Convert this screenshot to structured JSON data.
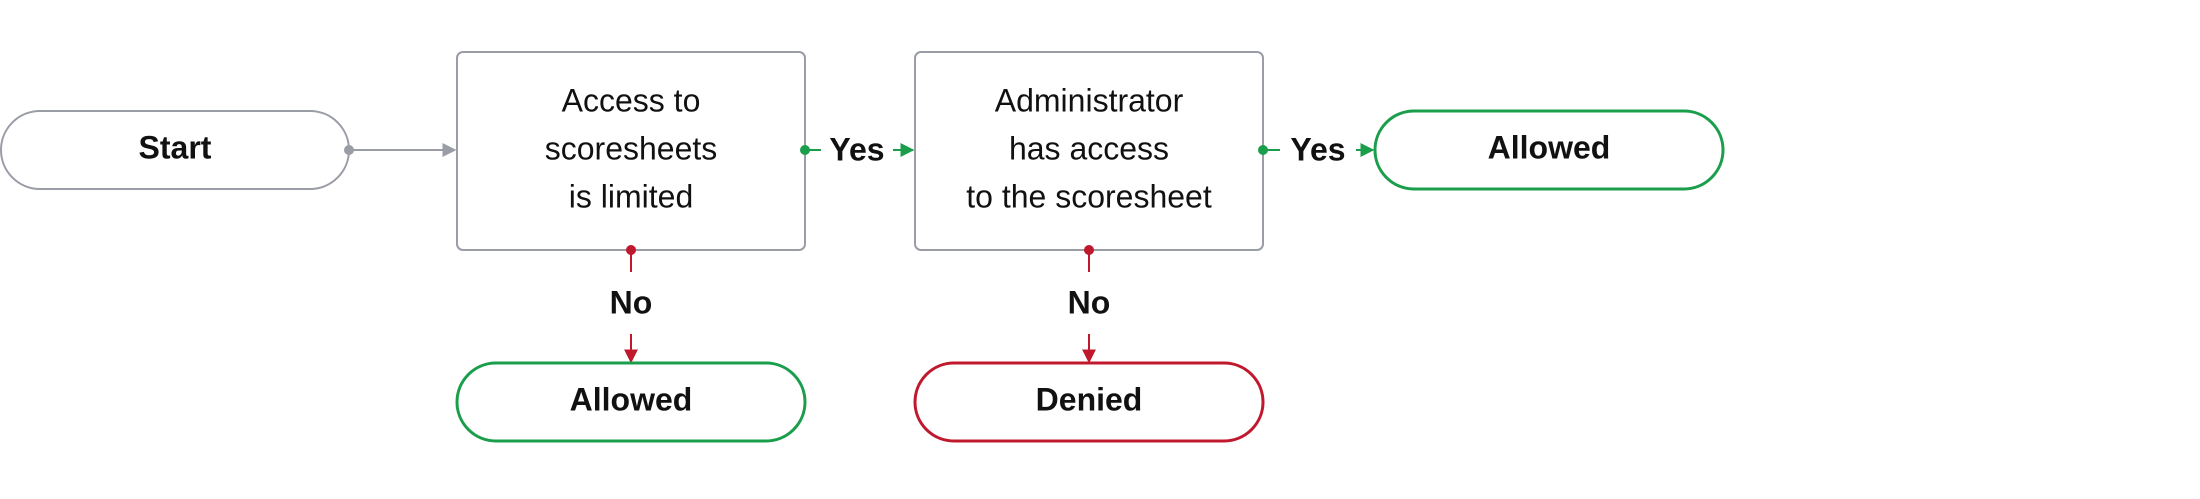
{
  "colors": {
    "neutral": "#9a9ca6",
    "yes": "#1a9e4b",
    "no": "#c0182c",
    "text": "#111111"
  },
  "nodes": {
    "start": {
      "label": "Start"
    },
    "decision1": {
      "lines": [
        "Access to",
        "scoresheets",
        "is limited"
      ]
    },
    "decision2": {
      "lines": [
        "Administrator",
        "has access",
        "to the scoresheet"
      ]
    },
    "allowed_right": {
      "label": "Allowed"
    },
    "allowed_bottom": {
      "label": "Allowed"
    },
    "denied": {
      "label": "Denied"
    }
  },
  "edges": {
    "d1_yes": "Yes",
    "d2_yes": "Yes",
    "d1_no": "No",
    "d2_no": "No"
  }
}
